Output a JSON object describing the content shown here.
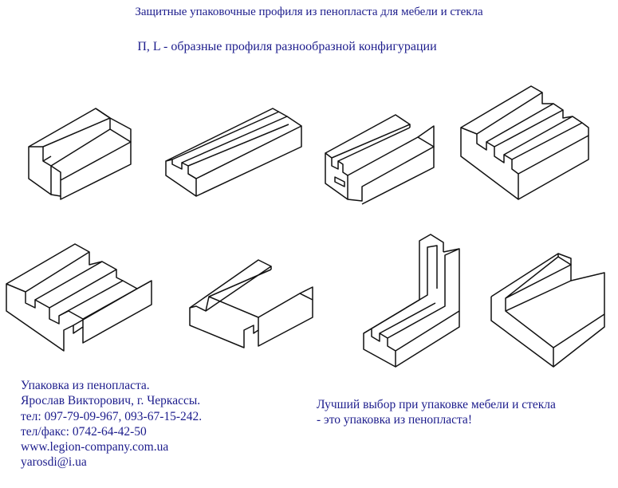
{
  "header": {
    "title": "Защитные упаковочные профиля из пенопласта для мебели и стекла",
    "subtitle": "П, L - образные профиля разнообразной конфигурации"
  },
  "drawings": [
    {
      "icon": "u-profile-narrow-drawing"
    },
    {
      "icon": "u-profile-long-drawing"
    },
    {
      "icon": "t-slot-profile-drawing"
    },
    {
      "icon": "double-groove-profile-drawing"
    },
    {
      "icon": "double-u-profile-drawing"
    },
    {
      "icon": "wide-u-channel-drawing"
    },
    {
      "icon": "tall-l-profile-drawing"
    },
    {
      "icon": "l-profile-drawing"
    }
  ],
  "contacts": {
    "line1": "Упаковка из пенопласта.",
    "line2": "Ярослав Викторович, г. Черкассы.",
    "line3": "тел: 097-79-09-967, 093-67-15-242.",
    "line4": "тел/факс: 0742-64-42-50",
    "line5": "www.legion-company.com.ua",
    "line6": "yarosdi@i.ua"
  },
  "slogan": {
    "line1": "Лучший выбор при упаковке мебели и стекла",
    "line2": "- это упаковка из пенопласта!"
  },
  "colors": {
    "text": "#1c1c8c",
    "lines": "#111111"
  }
}
